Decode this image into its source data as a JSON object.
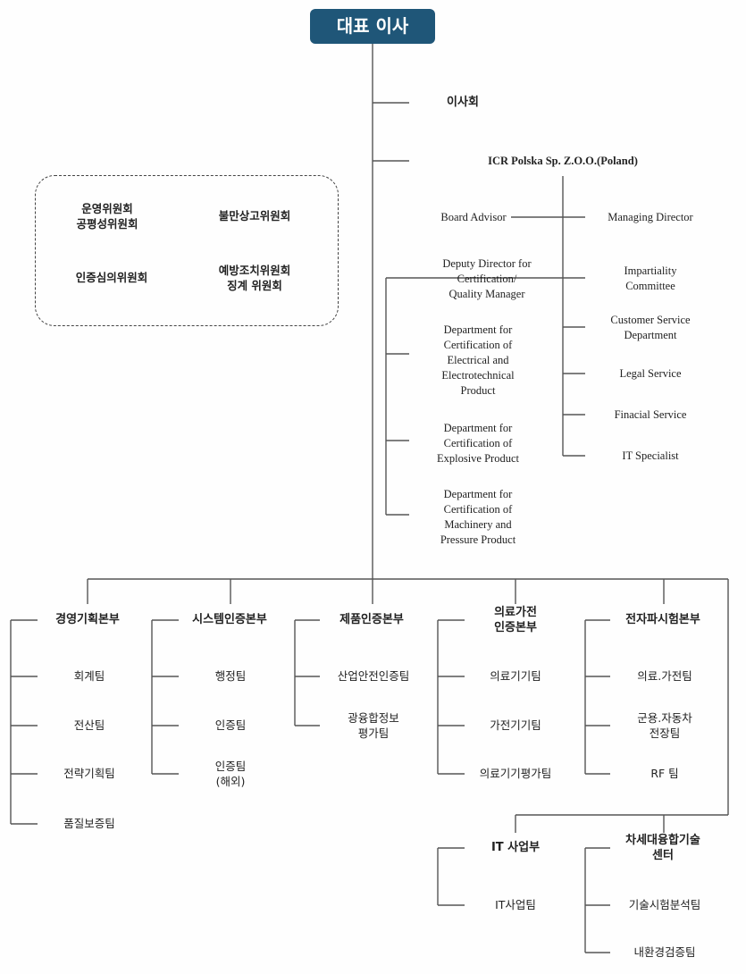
{
  "ceo": "대표 이사",
  "board": "이사회",
  "poland": "ICR Polska Sp. Z.O.O.(Poland)",
  "committees": {
    "c1": [
      "운영위원회",
      "공평성위원회"
    ],
    "c2": "불만상고위원회",
    "c3": "인증심의위원회",
    "c4": [
      "예방조치위원회",
      "징계 위원회"
    ]
  },
  "poland_org": {
    "board_advisor": "Board Advisor",
    "managing_director": "Managing Director",
    "deputy": [
      "Deputy Director for",
      "Certification/",
      "Quality Manager"
    ],
    "dept_electrical": [
      "Department for",
      "Certification of",
      "Electrical and",
      "Electrotechnical",
      "Product"
    ],
    "dept_explosive": [
      "Department for",
      "Certification of",
      "Explosive Product"
    ],
    "dept_machinery": [
      "Department for",
      "Certification of",
      "Machinery and",
      "Pressure Product"
    ],
    "impartiality": [
      "Impartiality",
      "Committee"
    ],
    "customer_service": [
      "Customer Service",
      "Department"
    ],
    "legal": "Legal Service",
    "financial": "Finacial Service",
    "it_specialist": "IT Specialist"
  },
  "divisions": {
    "management": {
      "title": "경영기획본부",
      "teams": [
        "회계팀",
        "전산팀",
        "전략기획팀",
        "품질보증팀"
      ]
    },
    "system": {
      "title": "시스템인증본부",
      "teams": [
        "행정팀",
        "인증팀",
        [
          "인증팀",
          "(해외)"
        ]
      ]
    },
    "product": {
      "title": "제품인증본부",
      "teams": [
        "산업안전인증팀",
        [
          "광융합정보",
          "평가팀"
        ]
      ]
    },
    "medical": {
      "title": [
        "의료가전",
        "인증본부"
      ],
      "teams": [
        "의료기기팀",
        "가전기기팀",
        "의료기기평가팀"
      ]
    },
    "emc": {
      "title": "전자파시험본부",
      "teams": [
        "의료.가전팀",
        [
          "군용.자동차",
          "전장팀"
        ],
        "RF 팀"
      ]
    },
    "it": {
      "title": "IT 사업부",
      "teams": [
        "IT사업팀"
      ]
    },
    "next": {
      "title": [
        "차세대융합기술",
        "센터"
      ],
      "teams": [
        "기술시험분석팀",
        "내환경검증팀"
      ]
    }
  }
}
